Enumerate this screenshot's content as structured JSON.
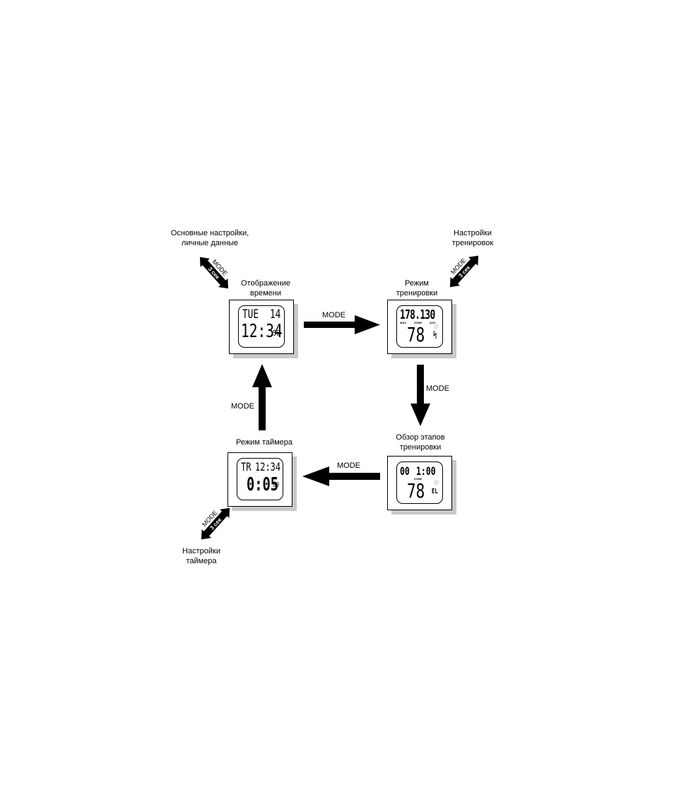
{
  "labels": {
    "basic_settings": [
      "Основные настройки,",
      "личные данные"
    ],
    "training_settings": [
      "Настройки",
      "тренировок"
    ],
    "time_display": [
      "Отображение",
      "времени"
    ],
    "training_mode": [
      "Режим",
      "тренировки"
    ],
    "timer_mode": "Режим таймера",
    "lap_overview": [
      "Обзор этапов",
      "тренировки"
    ],
    "timer_settings": [
      "Настройки",
      "таймера"
    ]
  },
  "arrows": {
    "mode": "MODE",
    "sec3": "3 сек"
  },
  "displays": {
    "time": {
      "top_left": "TUE",
      "top_right": "14",
      "main": "12:34",
      "sec": "56"
    },
    "training": {
      "top": "178.130",
      "max": "MAX",
      "zone": "ZONE",
      "avg": "AVG",
      "main": "78"
    },
    "timer": {
      "top_left": "TR",
      "top_right": "12:34",
      "main": "0:05",
      "sec": "00"
    },
    "lap": {
      "left": "00",
      "right": "1:00",
      "zone": "ZONE",
      "main": "78",
      "side": "EL"
    }
  }
}
